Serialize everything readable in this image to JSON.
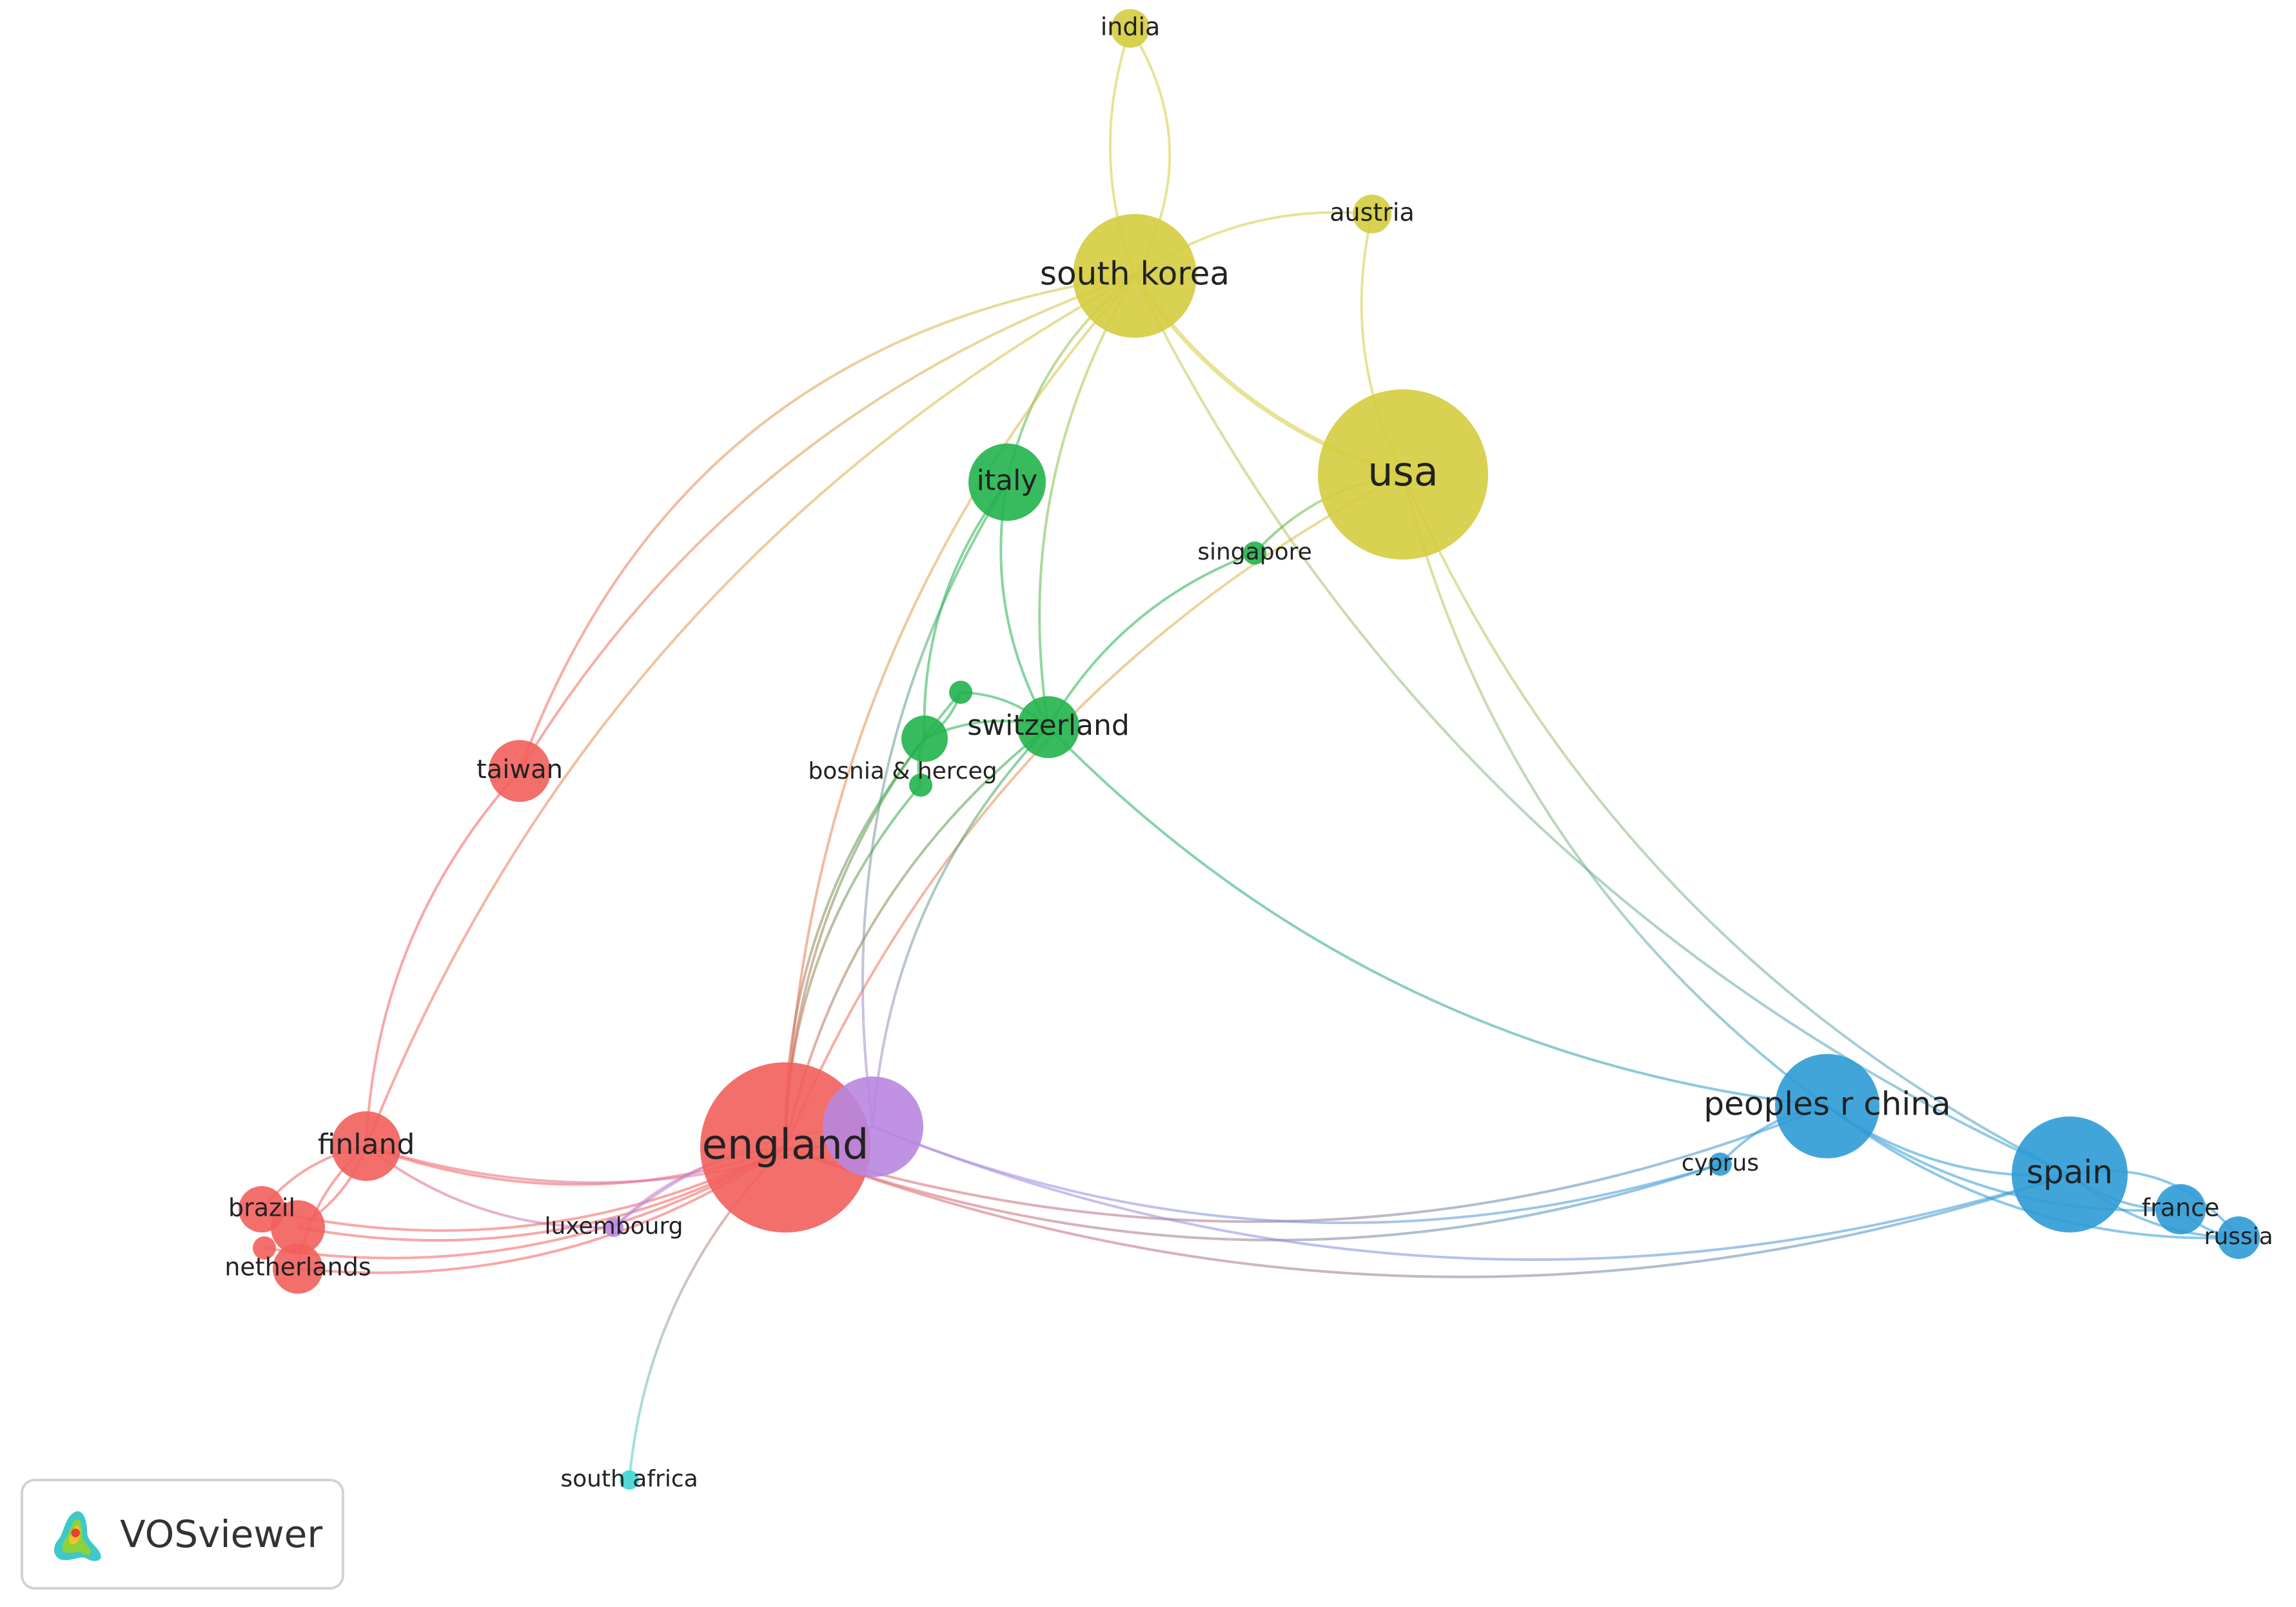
{
  "network": {
    "nodes": [
      {
        "id": "india",
        "label": "india",
        "cluster": "yellow",
        "size": 1.0
      },
      {
        "id": "austria",
        "label": "austria",
        "cluster": "yellow",
        "size": 1.0
      },
      {
        "id": "south-korea",
        "label": "south korea",
        "cluster": "yellow",
        "size": 3.2
      },
      {
        "id": "usa",
        "label": "usa",
        "cluster": "yellow",
        "size": 4.4
      },
      {
        "id": "italy",
        "label": "italy",
        "cluster": "green",
        "size": 2.0
      },
      {
        "id": "singapore",
        "label": "singapore",
        "cluster": "green",
        "size": 0.6
      },
      {
        "id": "switzerland",
        "label": "switzerland",
        "cluster": "green",
        "size": 1.6
      },
      {
        "id": "bosnia",
        "label": "bosnia & herceg",
        "cluster": "green",
        "size": 1.2
      },
      {
        "id": "green-small-1",
        "label": "",
        "cluster": "green",
        "size": 0.6
      },
      {
        "id": "green-small-2",
        "label": "",
        "cluster": "green",
        "size": 0.6
      },
      {
        "id": "taiwan",
        "label": "taiwan",
        "cluster": "red",
        "size": 1.6
      },
      {
        "id": "finland",
        "label": "finland",
        "cluster": "red",
        "size": 1.8
      },
      {
        "id": "brazil",
        "label": "brazil",
        "cluster": "red",
        "size": 1.2
      },
      {
        "id": "netherlands",
        "label": "netherlands",
        "cluster": "red",
        "size": 1.3
      },
      {
        "id": "red-small-1",
        "label": "",
        "cluster": "red",
        "size": 1.4
      },
      {
        "id": "red-small-2",
        "label": "",
        "cluster": "red",
        "size": 0.6
      },
      {
        "id": "england",
        "label": "england",
        "cluster": "red",
        "size": 4.4
      },
      {
        "id": "purple",
        "label": "",
        "cluster": "purple",
        "size": 2.6
      },
      {
        "id": "luxembourg",
        "label": "luxembourg",
        "cluster": "purple",
        "size": 0.5
      },
      {
        "id": "south-africa",
        "label": "south africa",
        "cluster": "cyan",
        "size": 0.5
      },
      {
        "id": "china",
        "label": "peoples r china",
        "cluster": "blue",
        "size": 2.7
      },
      {
        "id": "cyprus",
        "label": "cyprus",
        "cluster": "blue",
        "size": 0.6
      },
      {
        "id": "spain",
        "label": "spain",
        "cluster": "blue",
        "size": 3.0
      },
      {
        "id": "france",
        "label": "france",
        "cluster": "blue",
        "size": 1.3
      },
      {
        "id": "russia",
        "label": "russia",
        "cluster": "blue",
        "size": 1.1
      }
    ],
    "links": [
      [
        "india",
        "south-korea"
      ],
      [
        "india",
        "south-korea"
      ],
      [
        "austria",
        "south-korea"
      ],
      [
        "austria",
        "usa"
      ],
      [
        "south-korea",
        "usa"
      ],
      [
        "south-korea",
        "italy"
      ],
      [
        "south-korea",
        "taiwan"
      ],
      [
        "south-korea",
        "england"
      ],
      [
        "south-korea",
        "spain"
      ],
      [
        "south-korea",
        "switzerland"
      ],
      [
        "south-korea",
        "finland"
      ],
      [
        "usa",
        "singapore"
      ],
      [
        "usa",
        "england"
      ],
      [
        "usa",
        "china"
      ],
      [
        "usa",
        "spain"
      ],
      [
        "italy",
        "switzerland"
      ],
      [
        "italy",
        "bosnia"
      ],
      [
        "italy",
        "purple"
      ],
      [
        "singapore",
        "switzerland"
      ],
      [
        "switzerland",
        "china"
      ],
      [
        "switzerland",
        "england"
      ],
      [
        "switzerland",
        "green-small-1"
      ],
      [
        "switzerland",
        "bosnia"
      ],
      [
        "switzerland",
        "purple"
      ],
      [
        "bosnia",
        "england"
      ],
      [
        "bosnia",
        "green-small-1"
      ],
      [
        "bosnia",
        "green-small-2"
      ],
      [
        "green-small-2",
        "england"
      ],
      [
        "green-small-1",
        "england"
      ],
      [
        "taiwan",
        "finland"
      ],
      [
        "taiwan",
        "south-korea"
      ],
      [
        "finland",
        "england"
      ],
      [
        "finland",
        "purple"
      ],
      [
        "finland",
        "brazil"
      ],
      [
        "finland",
        "netherlands"
      ],
      [
        "finland",
        "luxembourg"
      ],
      [
        "brazil",
        "england"
      ],
      [
        "netherlands",
        "england"
      ],
      [
        "red-small-1",
        "england"
      ],
      [
        "red-small-2",
        "england"
      ],
      [
        "red-small-1",
        "finland"
      ],
      [
        "england",
        "purple"
      ],
      [
        "england",
        "spain"
      ],
      [
        "england",
        "china"
      ],
      [
        "england",
        "cyprus"
      ],
      [
        "england",
        "luxembourg"
      ],
      [
        "england",
        "south-africa"
      ],
      [
        "purple",
        "luxembourg"
      ],
      [
        "purple",
        "spain"
      ],
      [
        "purple",
        "cyprus"
      ],
      [
        "china",
        "spain"
      ],
      [
        "china",
        "cyprus"
      ],
      [
        "china",
        "france"
      ],
      [
        "china",
        "russia"
      ],
      [
        "spain",
        "france"
      ],
      [
        "spain",
        "russia"
      ],
      [
        "france",
        "russia"
      ],
      [
        "spain",
        "russia"
      ]
    ]
  },
  "colors": {
    "red": "#f25f5c",
    "yellow": "#d4cc3f",
    "green": "#22b24c",
    "blue": "#2e9bd6",
    "purple": "#b886e0",
    "cyan": "#3fd4d4"
  },
  "logo": {
    "text": "VOSviewer",
    "icon": "vosviewer-heatmap-icon"
  }
}
